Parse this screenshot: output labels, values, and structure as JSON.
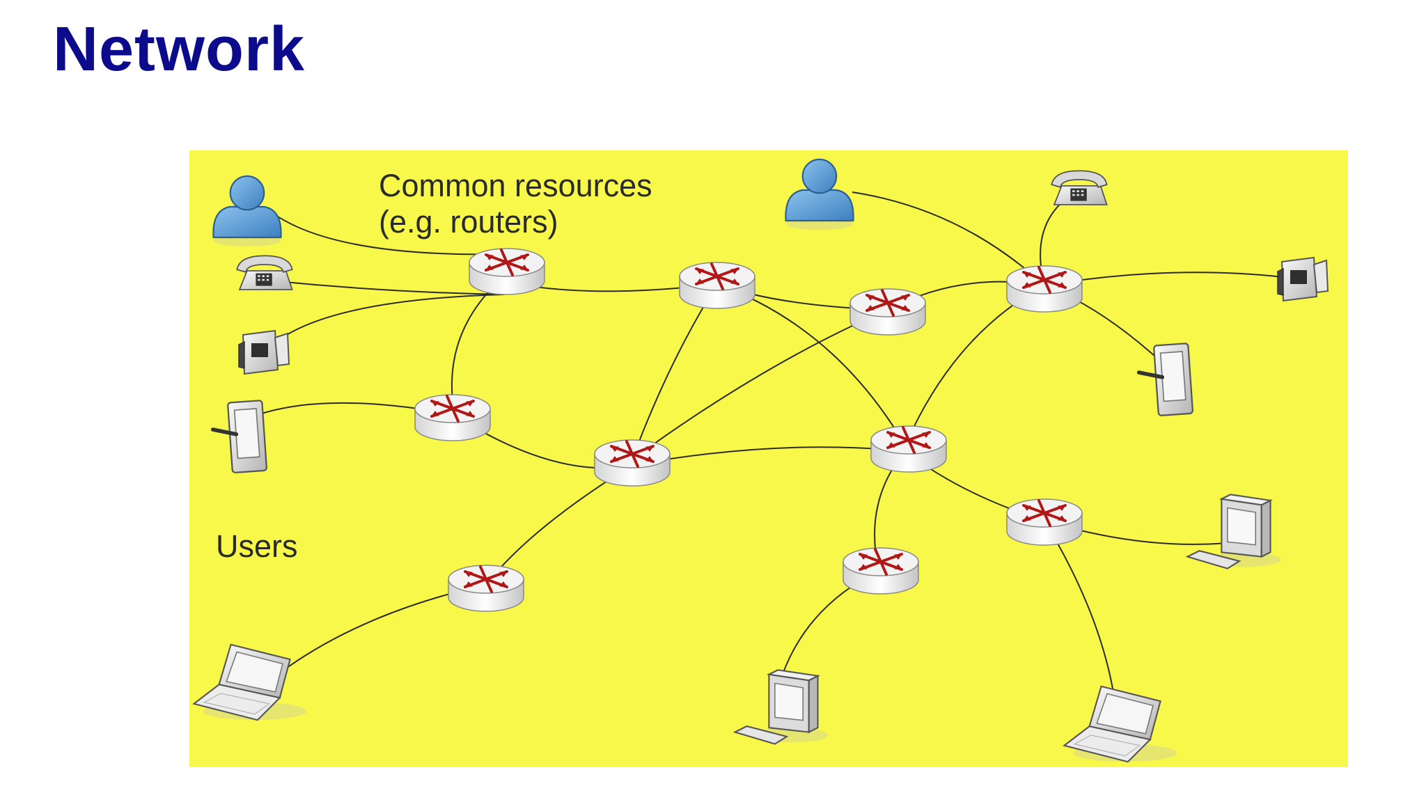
{
  "slide": {
    "title": "Network"
  },
  "diagram": {
    "background_color": "#f8f84a",
    "labels": {
      "common_resources_line1": "Common resources",
      "common_resources_line2": "(e.g. routers)",
      "users": "Users"
    },
    "icon_types": [
      "user-icon",
      "telephone-icon",
      "video-camera-icon",
      "pda-icon",
      "laptop-icon",
      "desktop-computer-icon",
      "router-icon"
    ]
  }
}
